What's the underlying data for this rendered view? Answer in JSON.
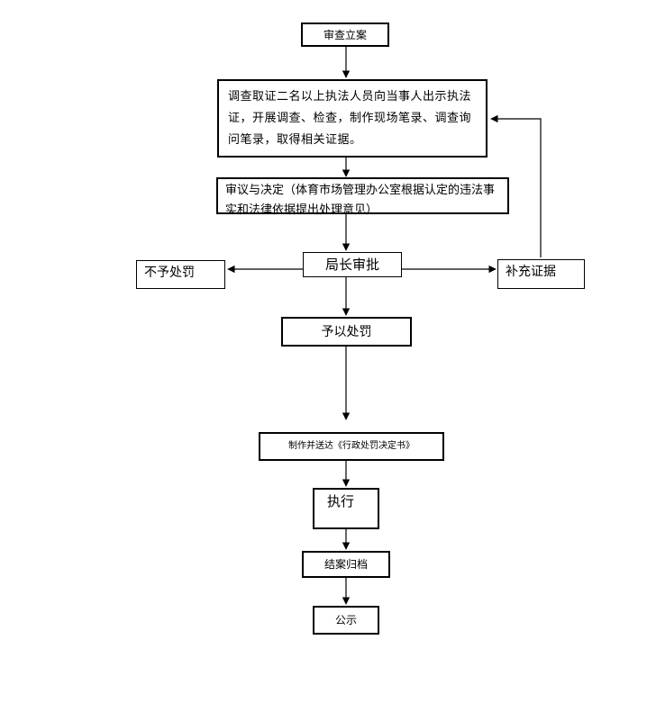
{
  "nodes": {
    "filing": "审查立案",
    "investigation": "调查取证二名以上执法人员向当事人出示执法证，开展调查、检查，制作现场笔录、调查询问笔录，取得相关证据。",
    "deliberation": "审议与决定（体育市场管理办公室根据认定的违法事实和法律依据提出处理意见）",
    "approval": "局长审批",
    "no_penalty": "不予处罚",
    "supplement": "补充证据",
    "penalty": "予以处罚",
    "serve_decision": "制作并送达《行政处罚决定书》",
    "execute": "执行",
    "archive": "结案归档",
    "publicize": "公示"
  }
}
